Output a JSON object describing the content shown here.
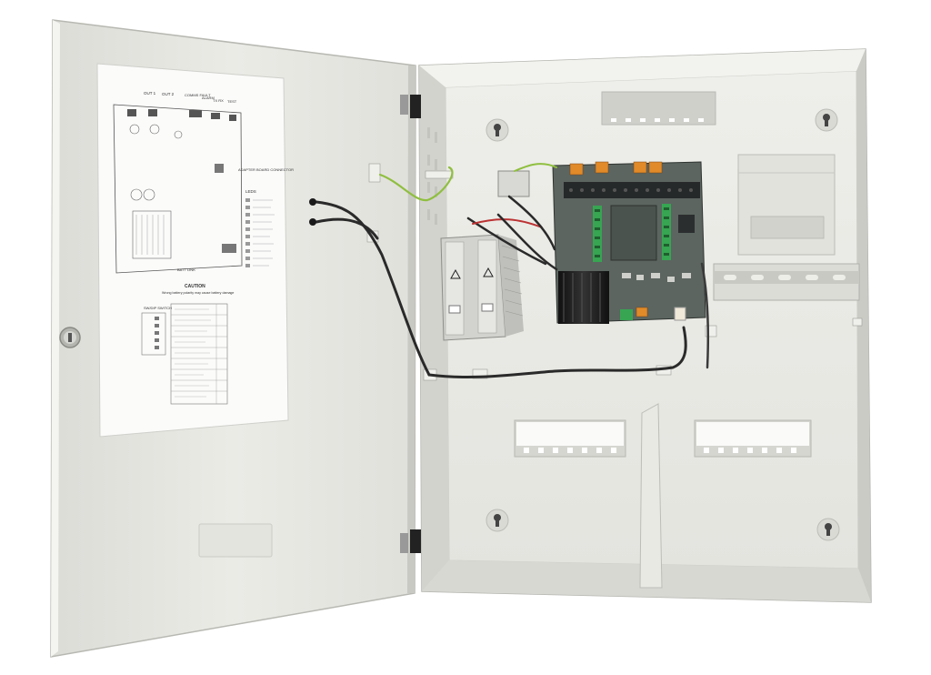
{
  "scene": {
    "background": "#ffffff",
    "colors": {
      "enclosure": "#e7e7e2",
      "enclosure_shadow": "#cfcfca",
      "pcb": "#5d6660",
      "terminal_green": "#37a552",
      "terminal_orange": "#e08a2a",
      "cable": "#2a2a2a",
      "earth_wire": "#8fbf3f",
      "transformer": "#d4d4d2"
    }
  },
  "door": {
    "diagram_sheet": {
      "header_labels": [
        "OUT 1",
        "OUT 2",
        "COMMS FAULT",
        "ALARM",
        "TX  RX",
        "TEST"
      ],
      "connector_label": "ADAPTER BOARD CONNECTOR",
      "leds_label": "LEDS",
      "battery_label": "BATT LINK",
      "caution_title": "CAUTION",
      "caution_text": "Wrong battery polarity may cause battery damage",
      "switch_label": "SW/DIP SWITCH"
    },
    "lock_icon": "key-lock-icon"
  },
  "cabinet": {
    "pcb_icon": "circuit-board-icon",
    "psu_icon": "transformer-icon",
    "din_rail_icon": "din-rail-icon"
  }
}
